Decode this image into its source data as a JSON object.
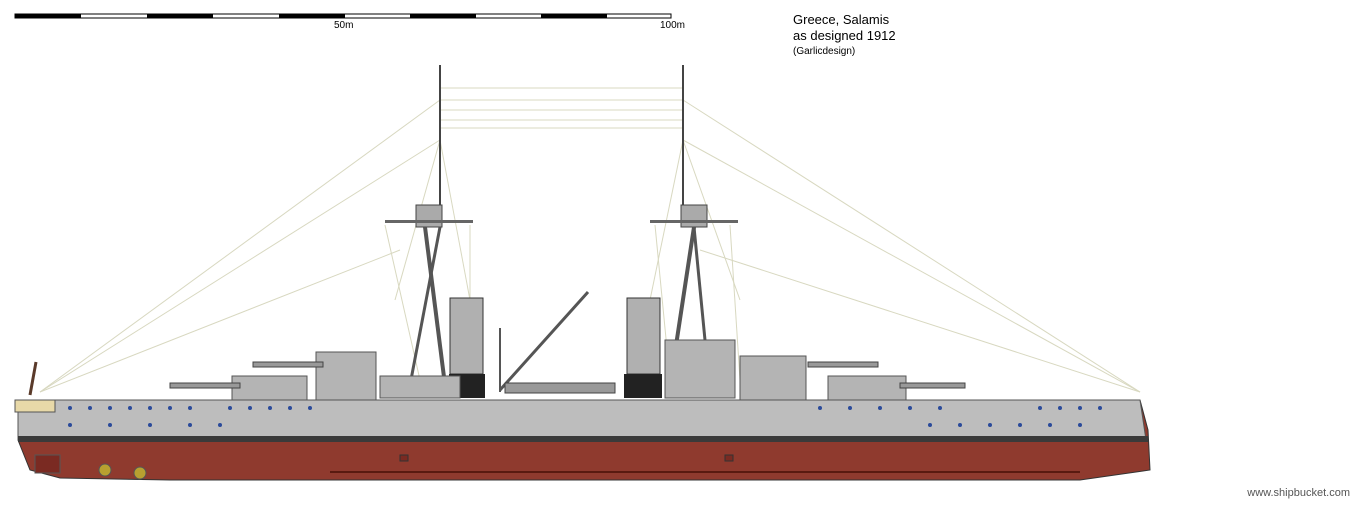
{
  "scale_bar": {
    "label_mid": "50m",
    "label_end": "100m"
  },
  "caption": {
    "title": "Greece, Salamis",
    "subtitle": "as designed 1912",
    "credit": "(Garlicdesign)"
  },
  "watermark": "www.shipbucket.com",
  "colors": {
    "hull_red": "#8f3a2e",
    "hull_grey": "#bdbdbd",
    "deck_grey": "#a8a8a8",
    "boot_top": "#3a3a3a",
    "rigging": "#d8d8c0",
    "porthole": "#2a4a9a"
  }
}
